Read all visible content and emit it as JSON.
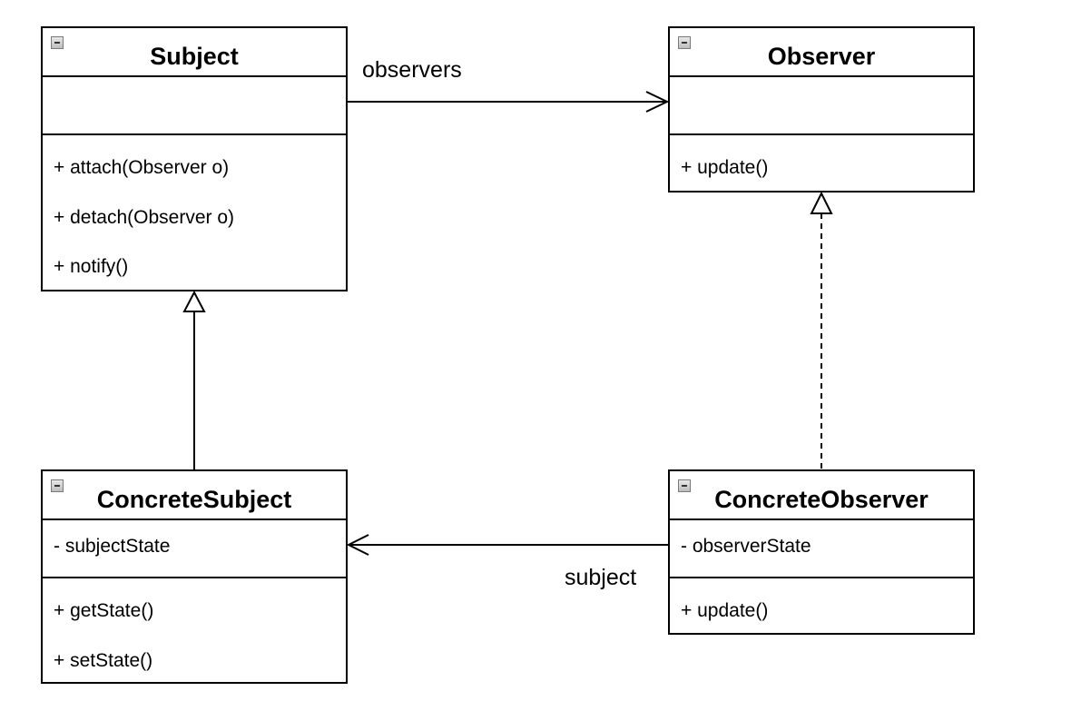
{
  "classes": {
    "subject": {
      "name": "Subject",
      "attributes": [],
      "operations": [
        "+ attach(Observer o)",
        "+ detach(Observer o)",
        "+ notify()"
      ]
    },
    "observer": {
      "name": "Observer",
      "attributes": [],
      "operations": [
        "+ update()"
      ]
    },
    "concrete_subject": {
      "name": "ConcreteSubject",
      "attributes": [
        "- subjectState"
      ],
      "operations": [
        "+ getState()",
        "+ setState()"
      ]
    },
    "concrete_observer": {
      "name": "ConcreteObserver",
      "attributes": [
        "- observerState"
      ],
      "operations": [
        "+ update()"
      ]
    }
  },
  "relations": {
    "observers_label": "observers",
    "subject_label": "subject"
  },
  "colors": {
    "line": "#000000",
    "box_fill": "#ffffff",
    "collapse_icon": "#bdbdbd"
  }
}
